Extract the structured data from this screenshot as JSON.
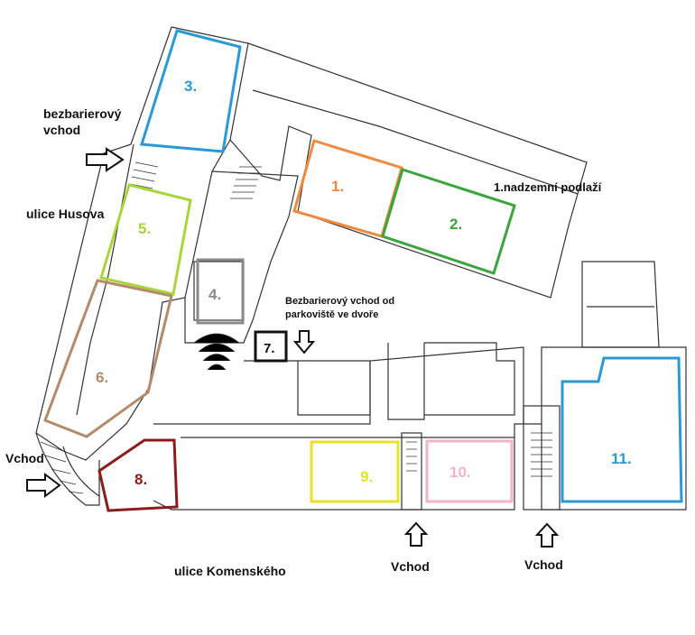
{
  "labels": {
    "entrance_barrier_free_l1": "bezbarierový",
    "entrance_barrier_free_l2": "vchod",
    "street_husova": "ulice Husova",
    "vchod_left": "Vchod",
    "street_komenskeho": "ulice Komenského",
    "vchod_mid": "Vchod",
    "vchod_right": "Vchod",
    "floor": "1.nadzemní podlaží",
    "parking_entrance_l1": "Bezbarierový vchod od",
    "parking_entrance_l2": "parkoviště ve dvoře"
  },
  "rooms": [
    {
      "id": "1",
      "label": "1.",
      "color": "#f08a3c"
    },
    {
      "id": "2",
      "label": "2.",
      "color": "#3aa53a"
    },
    {
      "id": "3",
      "label": "3.",
      "color": "#2a9ad6"
    },
    {
      "id": "4",
      "label": "4.",
      "color": "#8a8a8a"
    },
    {
      "id": "5",
      "label": "5.",
      "color": "#a8d53a"
    },
    {
      "id": "6",
      "label": "6.",
      "color": "#b58a6a"
    },
    {
      "id": "7",
      "label": "7.",
      "color": "#111111"
    },
    {
      "id": "8",
      "label": "8.",
      "color": "#8b1c1c"
    },
    {
      "id": "9",
      "label": "9.",
      "color": "#e8e02a"
    },
    {
      "id": "10",
      "label": "10.",
      "color": "#f2b4c4"
    },
    {
      "id": "11",
      "label": "11.",
      "color": "#2a9ad6"
    }
  ]
}
